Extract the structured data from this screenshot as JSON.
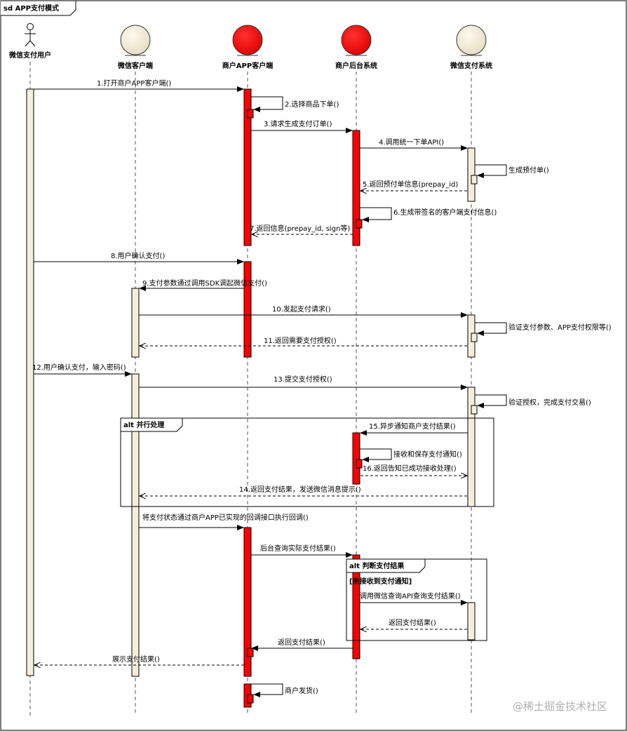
{
  "frame_title": "sd APP支付模式",
  "actor": {
    "name": "微信支付用户"
  },
  "participants": [
    {
      "name": "微信客户端",
      "color": "#f4eedc"
    },
    {
      "name": "商户APP客户端",
      "color": "#ff0000"
    },
    {
      "name": "商户后台系统",
      "color": "#ff0000"
    },
    {
      "name": "微信支付系统",
      "color": "#f4eedc"
    }
  ],
  "messages": [
    {
      "label": "1.打开商户APP客户端()"
    },
    {
      "label": "2.选择商品下单()"
    },
    {
      "label": "3.请求生成支付订单()"
    },
    {
      "label": "4.调用统一下单API()"
    },
    {
      "label": "生成预付单()"
    },
    {
      "label": "5.返回预付单信息(prepay_id)"
    },
    {
      "label": "6.生成带签名的客户端支付信息()"
    },
    {
      "label": "7.返回信息(prepay_id, sign等)"
    },
    {
      "label": "8.用户确认支付()"
    },
    {
      "label": "9.支付参数通过调用SDK调起微信支付()"
    },
    {
      "label": "10.发起支付请求()"
    },
    {
      "label": "验证支付参数、APP支付权限等()"
    },
    {
      "label": "11.返回需要支付授权()"
    },
    {
      "label": "12.用户确认支付，输入密码()"
    },
    {
      "label": "13.提交支付授权()"
    },
    {
      "label": "验证授权，完成支付交易()"
    },
    {
      "label": "15.异步通知商户支付结果()"
    },
    {
      "label": "接收和保存支付通知()"
    },
    {
      "label": "16.返回告知已成功接收处理()"
    },
    {
      "label": "14.返回支付结果，发送微信消息提示()"
    },
    {
      "label": "将支付状态通过商户APP已实现的回调接口执行回调()"
    },
    {
      "label": "后台查询实际支付结果()"
    },
    {
      "label": "调用微信查询API查询支付结果()"
    },
    {
      "label": "返回支付结果()"
    },
    {
      "label": "返回支付结果()"
    },
    {
      "label": "展示支付结果()"
    },
    {
      "label": "商户发货()"
    }
  ],
  "fragments": [
    {
      "label": "alt 并行处理",
      "guard": ""
    },
    {
      "label": "alt 判断支付结果",
      "guard": "[未接收到支付通知]"
    }
  ],
  "watermark": "@稀土掘金技术社区"
}
